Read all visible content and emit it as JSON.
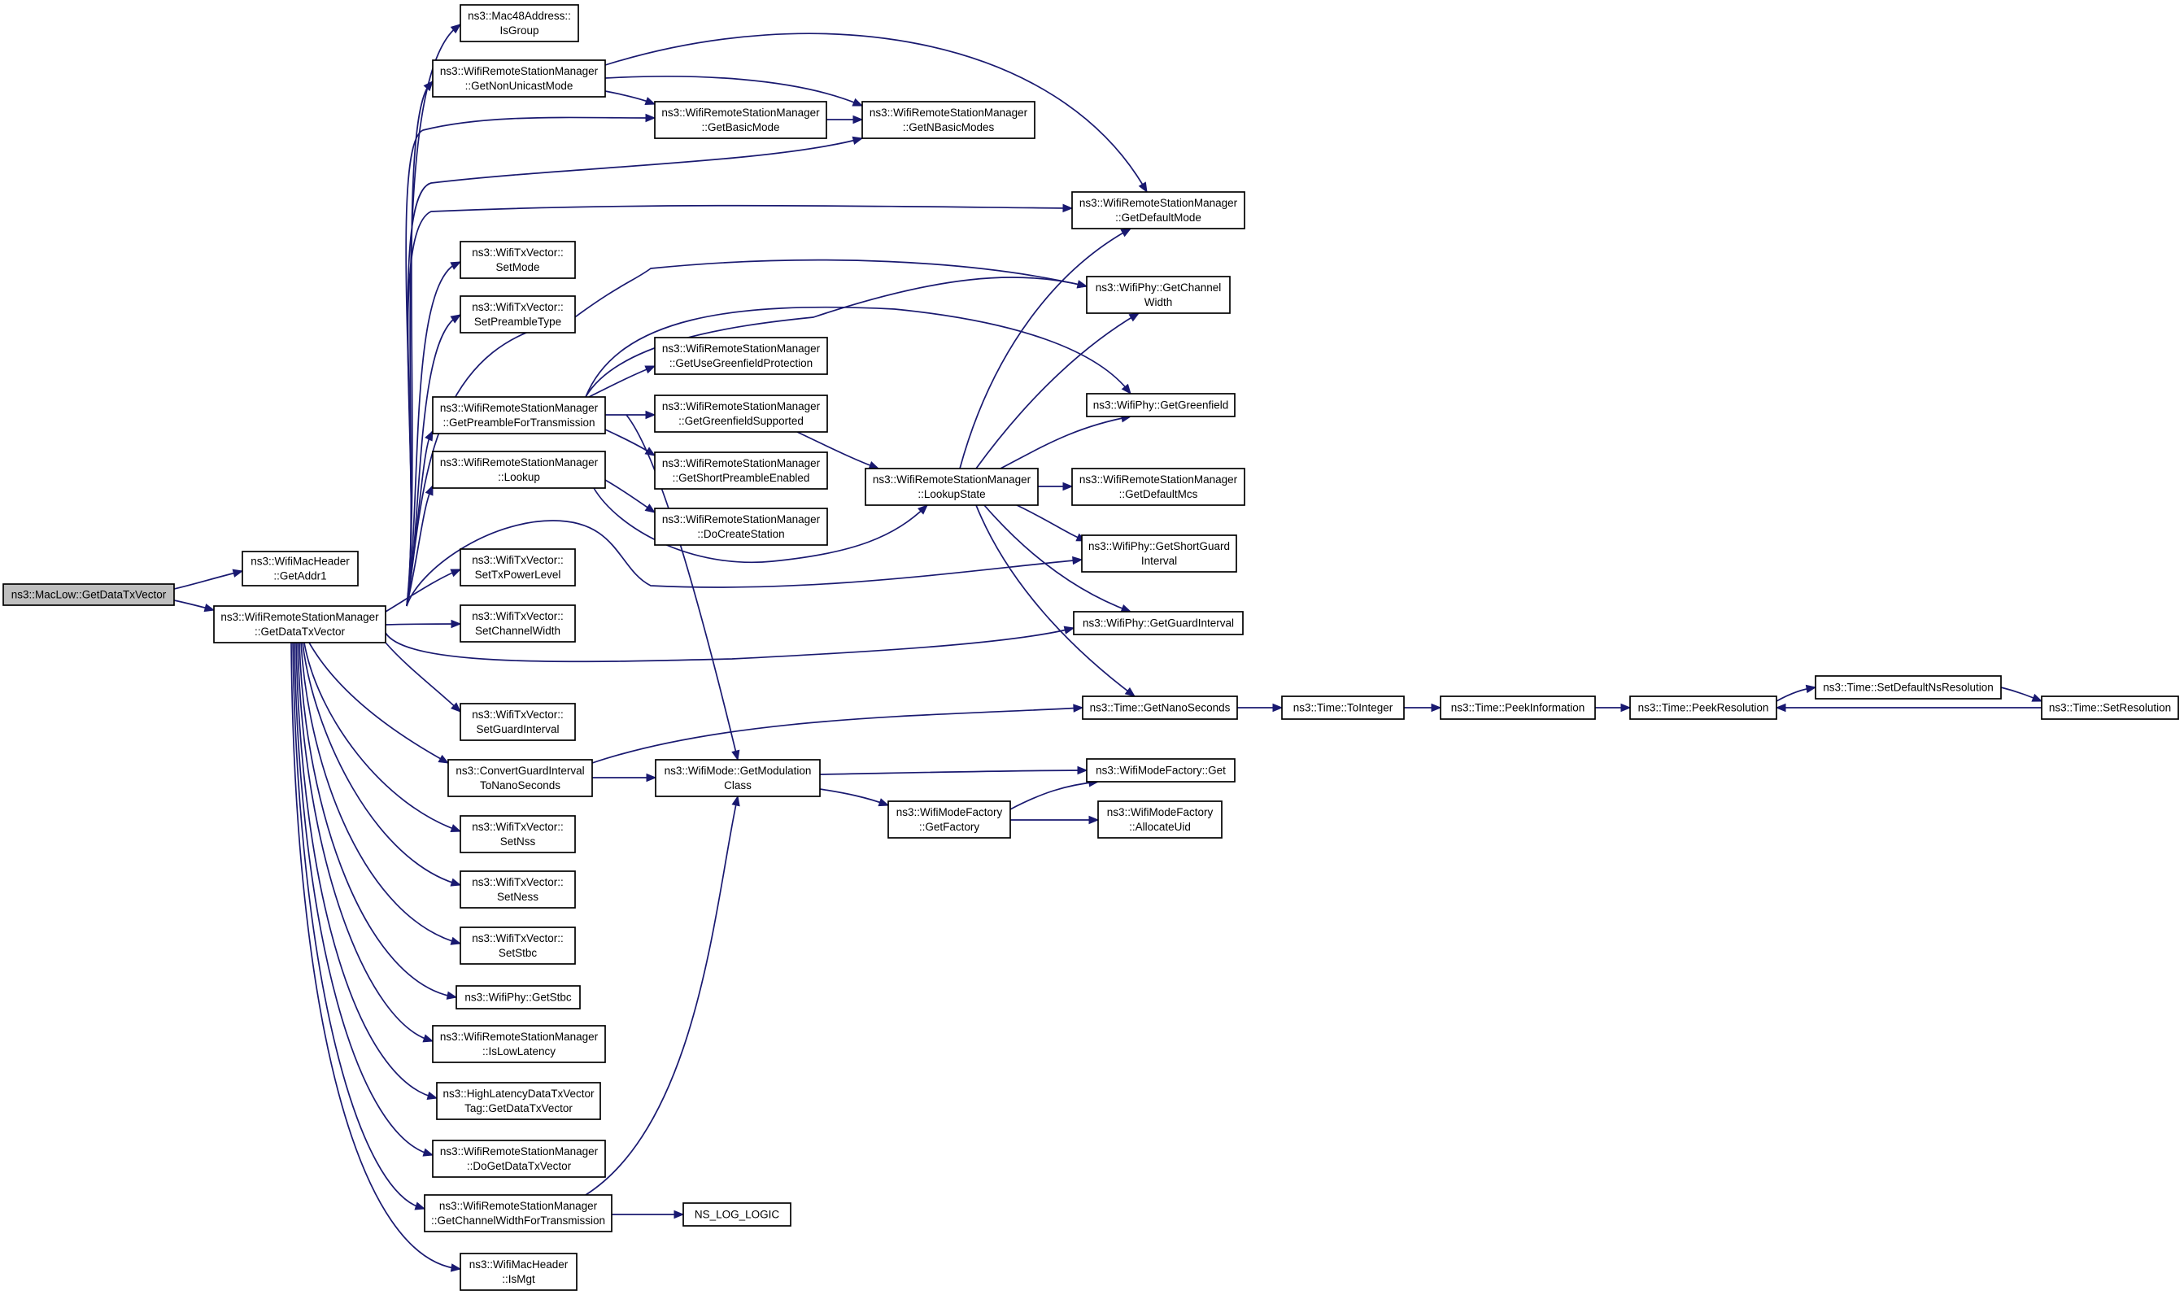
{
  "nodes": [
    {
      "id": "root",
      "lines": [
        "ns3::MacLow::GetDataTxVector"
      ],
      "root": true
    },
    {
      "id": "hdr_getaddr1",
      "lines": [
        "ns3::WifiMacHeader",
        "::GetAddr1"
      ]
    },
    {
      "id": "rsm_getdatatxvector",
      "lines": [
        "ns3::WifiRemoteStationManager",
        "::GetDataTxVector"
      ]
    },
    {
      "id": "mac48_isgroup",
      "lines": [
        "ns3::Mac48Address::",
        "IsGroup"
      ]
    },
    {
      "id": "rsm_getnonunicastmode",
      "lines": [
        "ns3::WifiRemoteStationManager",
        "::GetNonUnicastMode"
      ]
    },
    {
      "id": "rsm_getbasicmode",
      "lines": [
        "ns3::WifiRemoteStationManager",
        "::GetBasicMode"
      ]
    },
    {
      "id": "rsm_getnbasicmodes",
      "lines": [
        "ns3::WifiRemoteStationManager",
        "::GetNBasicModes"
      ]
    },
    {
      "id": "rsm_getdefaultmode",
      "lines": [
        "ns3::WifiRemoteStationManager",
        "::GetDefaultMode"
      ]
    },
    {
      "id": "txv_setmode",
      "lines": [
        "ns3::WifiTxVector::",
        "SetMode"
      ]
    },
    {
      "id": "txv_setpreambletype",
      "lines": [
        "ns3::WifiTxVector::",
        "SetPreambleType"
      ]
    },
    {
      "id": "phy_getchannelwidth",
      "lines": [
        "ns3::WifiPhy::GetChannel",
        "Width"
      ]
    },
    {
      "id": "rsm_getusegreenfieldprotection",
      "lines": [
        "ns3::WifiRemoteStationManager",
        "::GetUseGreenfieldProtection"
      ]
    },
    {
      "id": "rsm_getpreamblefortransmission",
      "lines": [
        "ns3::WifiRemoteStationManager",
        "::GetPreambleForTransmission"
      ]
    },
    {
      "id": "rsm_getgreenfieldsupported",
      "lines": [
        "ns3::WifiRemoteStationManager",
        "::GetGreenfieldSupported"
      ]
    },
    {
      "id": "phy_getgreenfield",
      "lines": [
        "ns3::WifiPhy::GetGreenfield"
      ]
    },
    {
      "id": "rsm_lookup",
      "lines": [
        "ns3::WifiRemoteStationManager",
        "::Lookup"
      ]
    },
    {
      "id": "rsm_getshortpreambleenabled",
      "lines": [
        "ns3::WifiRemoteStationManager",
        "::GetShortPreambleEnabled"
      ]
    },
    {
      "id": "rsm_lookupstate",
      "lines": [
        "ns3::WifiRemoteStationManager",
        "::LookupState"
      ]
    },
    {
      "id": "rsm_getdefaultmcs",
      "lines": [
        "ns3::WifiRemoteStationManager",
        "::GetDefaultMcs"
      ]
    },
    {
      "id": "rsm_docreatestation",
      "lines": [
        "ns3::WifiRemoteStationManager",
        "::DoCreateStation"
      ]
    },
    {
      "id": "phy_getshortguardinterval",
      "lines": [
        "ns3::WifiPhy::GetShortGuard",
        "Interval"
      ]
    },
    {
      "id": "txv_settxpowerlevel",
      "lines": [
        "ns3::WifiTxVector::",
        "SetTxPowerLevel"
      ]
    },
    {
      "id": "txv_setchannelwidth",
      "lines": [
        "ns3::WifiTxVector::",
        "SetChannelWidth"
      ]
    },
    {
      "id": "phy_getguardinterval",
      "lines": [
        "ns3::WifiPhy::GetGuardInterval"
      ]
    },
    {
      "id": "txv_setguardinterval",
      "lines": [
        "ns3::WifiTxVector::",
        "SetGuardInterval"
      ]
    },
    {
      "id": "time_getnanoseconds",
      "lines": [
        "ns3::Time::GetNanoSeconds"
      ]
    },
    {
      "id": "time_tointeger",
      "lines": [
        "ns3::Time::ToInteger"
      ]
    },
    {
      "id": "time_peekinformation",
      "lines": [
        "ns3::Time::PeekInformation"
      ]
    },
    {
      "id": "time_peekresolution",
      "lines": [
        "ns3::Time::PeekResolution"
      ]
    },
    {
      "id": "time_setdefaultnsresolution",
      "lines": [
        "ns3::Time::SetDefaultNsResolution"
      ]
    },
    {
      "id": "time_setresolution",
      "lines": [
        "ns3::Time::SetResolution"
      ]
    },
    {
      "id": "convertguardinterval",
      "lines": [
        "ns3::ConvertGuardInterval",
        "ToNanoSeconds"
      ]
    },
    {
      "id": "mode_getmodulationclass",
      "lines": [
        "ns3::WifiMode::GetModulation",
        "Class"
      ]
    },
    {
      "id": "modefactory_get",
      "lines": [
        "ns3::WifiModeFactory::Get"
      ]
    },
    {
      "id": "modefactory_getfactory",
      "lines": [
        "ns3::WifiModeFactory",
        "::GetFactory"
      ]
    },
    {
      "id": "modefactory_allocateuid",
      "lines": [
        "ns3::WifiModeFactory",
        "::AllocateUid"
      ]
    },
    {
      "id": "txv_setnss",
      "lines": [
        "ns3::WifiTxVector::",
        "SetNss"
      ]
    },
    {
      "id": "txv_setness",
      "lines": [
        "ns3::WifiTxVector::",
        "SetNess"
      ]
    },
    {
      "id": "txv_setstbc",
      "lines": [
        "ns3::WifiTxVector::",
        "SetStbc"
      ]
    },
    {
      "id": "phy_getstbc",
      "lines": [
        "ns3::WifiPhy::GetStbc"
      ]
    },
    {
      "id": "rsm_islowlatency",
      "lines": [
        "ns3::WifiRemoteStationManager",
        "::IsLowLatency"
      ]
    },
    {
      "id": "highlatency_getdatatxvector",
      "lines": [
        "ns3::HighLatencyDataTxVector",
        "Tag::GetDataTxVector"
      ]
    },
    {
      "id": "rsm_dogetdatatxvector",
      "lines": [
        "ns3::WifiRemoteStationManager",
        "::DoGetDataTxVector"
      ]
    },
    {
      "id": "rsm_getchannelwidthfortransmission",
      "lines": [
        "ns3::WifiRemoteStationManager",
        "::GetChannelWidthForTransmission"
      ]
    },
    {
      "id": "ns_log_logic",
      "lines": [
        "NS_LOG_LOGIC"
      ]
    },
    {
      "id": "hdr_ismgt",
      "lines": [
        "ns3::WifiMacHeader",
        "::IsMgt"
      ]
    }
  ],
  "edges": [
    [
      "root",
      "hdr_getaddr1"
    ],
    [
      "root",
      "rsm_getdatatxvector"
    ],
    [
      "rsm_getdatatxvector",
      "mac48_isgroup"
    ],
    [
      "rsm_getdatatxvector",
      "rsm_getnonunicastmode"
    ],
    [
      "rsm_getdatatxvector",
      "rsm_getbasicmode"
    ],
    [
      "rsm_getdatatxvector",
      "rsm_getnbasicmodes"
    ],
    [
      "rsm_getdatatxvector",
      "rsm_getdefaultmode"
    ],
    [
      "rsm_getdatatxvector",
      "txv_setmode"
    ],
    [
      "rsm_getdatatxvector",
      "txv_setpreambletype"
    ],
    [
      "rsm_getdatatxvector",
      "phy_getchannelwidth"
    ],
    [
      "rsm_getdatatxvector",
      "rsm_getpreamblefortransmission"
    ],
    [
      "rsm_getdatatxvector",
      "rsm_lookup"
    ],
    [
      "rsm_getdatatxvector",
      "phy_getshortguardinterval"
    ],
    [
      "rsm_getdatatxvector",
      "txv_settxpowerlevel"
    ],
    [
      "rsm_getdatatxvector",
      "txv_setchannelwidth"
    ],
    [
      "rsm_getdatatxvector",
      "phy_getguardinterval"
    ],
    [
      "rsm_getdatatxvector",
      "txv_setguardinterval"
    ],
    [
      "rsm_getdatatxvector",
      "convertguardinterval"
    ],
    [
      "rsm_getdatatxvector",
      "txv_setnss"
    ],
    [
      "rsm_getdatatxvector",
      "txv_setness"
    ],
    [
      "rsm_getdatatxvector",
      "txv_setstbc"
    ],
    [
      "rsm_getdatatxvector",
      "phy_getstbc"
    ],
    [
      "rsm_getdatatxvector",
      "rsm_islowlatency"
    ],
    [
      "rsm_getdatatxvector",
      "highlatency_getdatatxvector"
    ],
    [
      "rsm_getdatatxvector",
      "rsm_dogetdatatxvector"
    ],
    [
      "rsm_getdatatxvector",
      "rsm_getchannelwidthfortransmission"
    ],
    [
      "rsm_getdatatxvector",
      "hdr_ismgt"
    ],
    [
      "rsm_getnonunicastmode",
      "rsm_getbasicmode"
    ],
    [
      "rsm_getnonunicastmode",
      "rsm_getnbasicmodes"
    ],
    [
      "rsm_getnonunicastmode",
      "rsm_getdefaultmode"
    ],
    [
      "rsm_getbasicmode",
      "rsm_getnbasicmodes"
    ],
    [
      "rsm_getpreamblefortransmission",
      "phy_getchannelwidth"
    ],
    [
      "rsm_getpreamblefortransmission",
      "rsm_getusegreenfieldprotection"
    ],
    [
      "rsm_getpreamblefortransmission",
      "rsm_getgreenfieldsupported"
    ],
    [
      "rsm_getpreamblefortransmission",
      "phy_getgreenfield"
    ],
    [
      "rsm_getpreamblefortransmission",
      "rsm_getshortpreambleenabled"
    ],
    [
      "rsm_getpreamblefortransmission",
      "mode_getmodulationclass"
    ],
    [
      "rsm_getgreenfieldsupported",
      "rsm_lookupstate"
    ],
    [
      "rsm_lookup",
      "rsm_lookupstate"
    ],
    [
      "rsm_lookup",
      "rsm_docreatestation"
    ],
    [
      "rsm_lookupstate",
      "rsm_getdefaultmode"
    ],
    [
      "rsm_lookupstate",
      "phy_getchannelwidth"
    ],
    [
      "rsm_lookupstate",
      "phy_getgreenfield"
    ],
    [
      "rsm_lookupstate",
      "rsm_getdefaultmcs"
    ],
    [
      "rsm_lookupstate",
      "phy_getshortguardinterval"
    ],
    [
      "rsm_lookupstate",
      "phy_getguardinterval"
    ],
    [
      "rsm_lookupstate",
      "time_getnanoseconds"
    ],
    [
      "time_getnanoseconds",
      "time_tointeger"
    ],
    [
      "time_tointeger",
      "time_peekinformation"
    ],
    [
      "time_peekinformation",
      "time_peekresolution"
    ],
    [
      "time_peekresolution",
      "time_setdefaultnsresolution"
    ],
    [
      "time_setdefaultnsresolution",
      "time_setresolution"
    ],
    [
      "time_setresolution",
      "time_peekresolution"
    ],
    [
      "convertguardinterval",
      "time_getnanoseconds"
    ],
    [
      "convertguardinterval",
      "mode_getmodulationclass"
    ],
    [
      "mode_getmodulationclass",
      "modefactory_get"
    ],
    [
      "mode_getmodulationclass",
      "modefactory_getfactory"
    ],
    [
      "modefactory_getfactory",
      "modefactory_get"
    ],
    [
      "modefactory_getfactory",
      "modefactory_allocateuid"
    ],
    [
      "rsm_getchannelwidthfortransmission",
      "mode_getmodulationclass"
    ],
    [
      "rsm_getchannelwidthfortransmission",
      "ns_log_logic"
    ]
  ]
}
